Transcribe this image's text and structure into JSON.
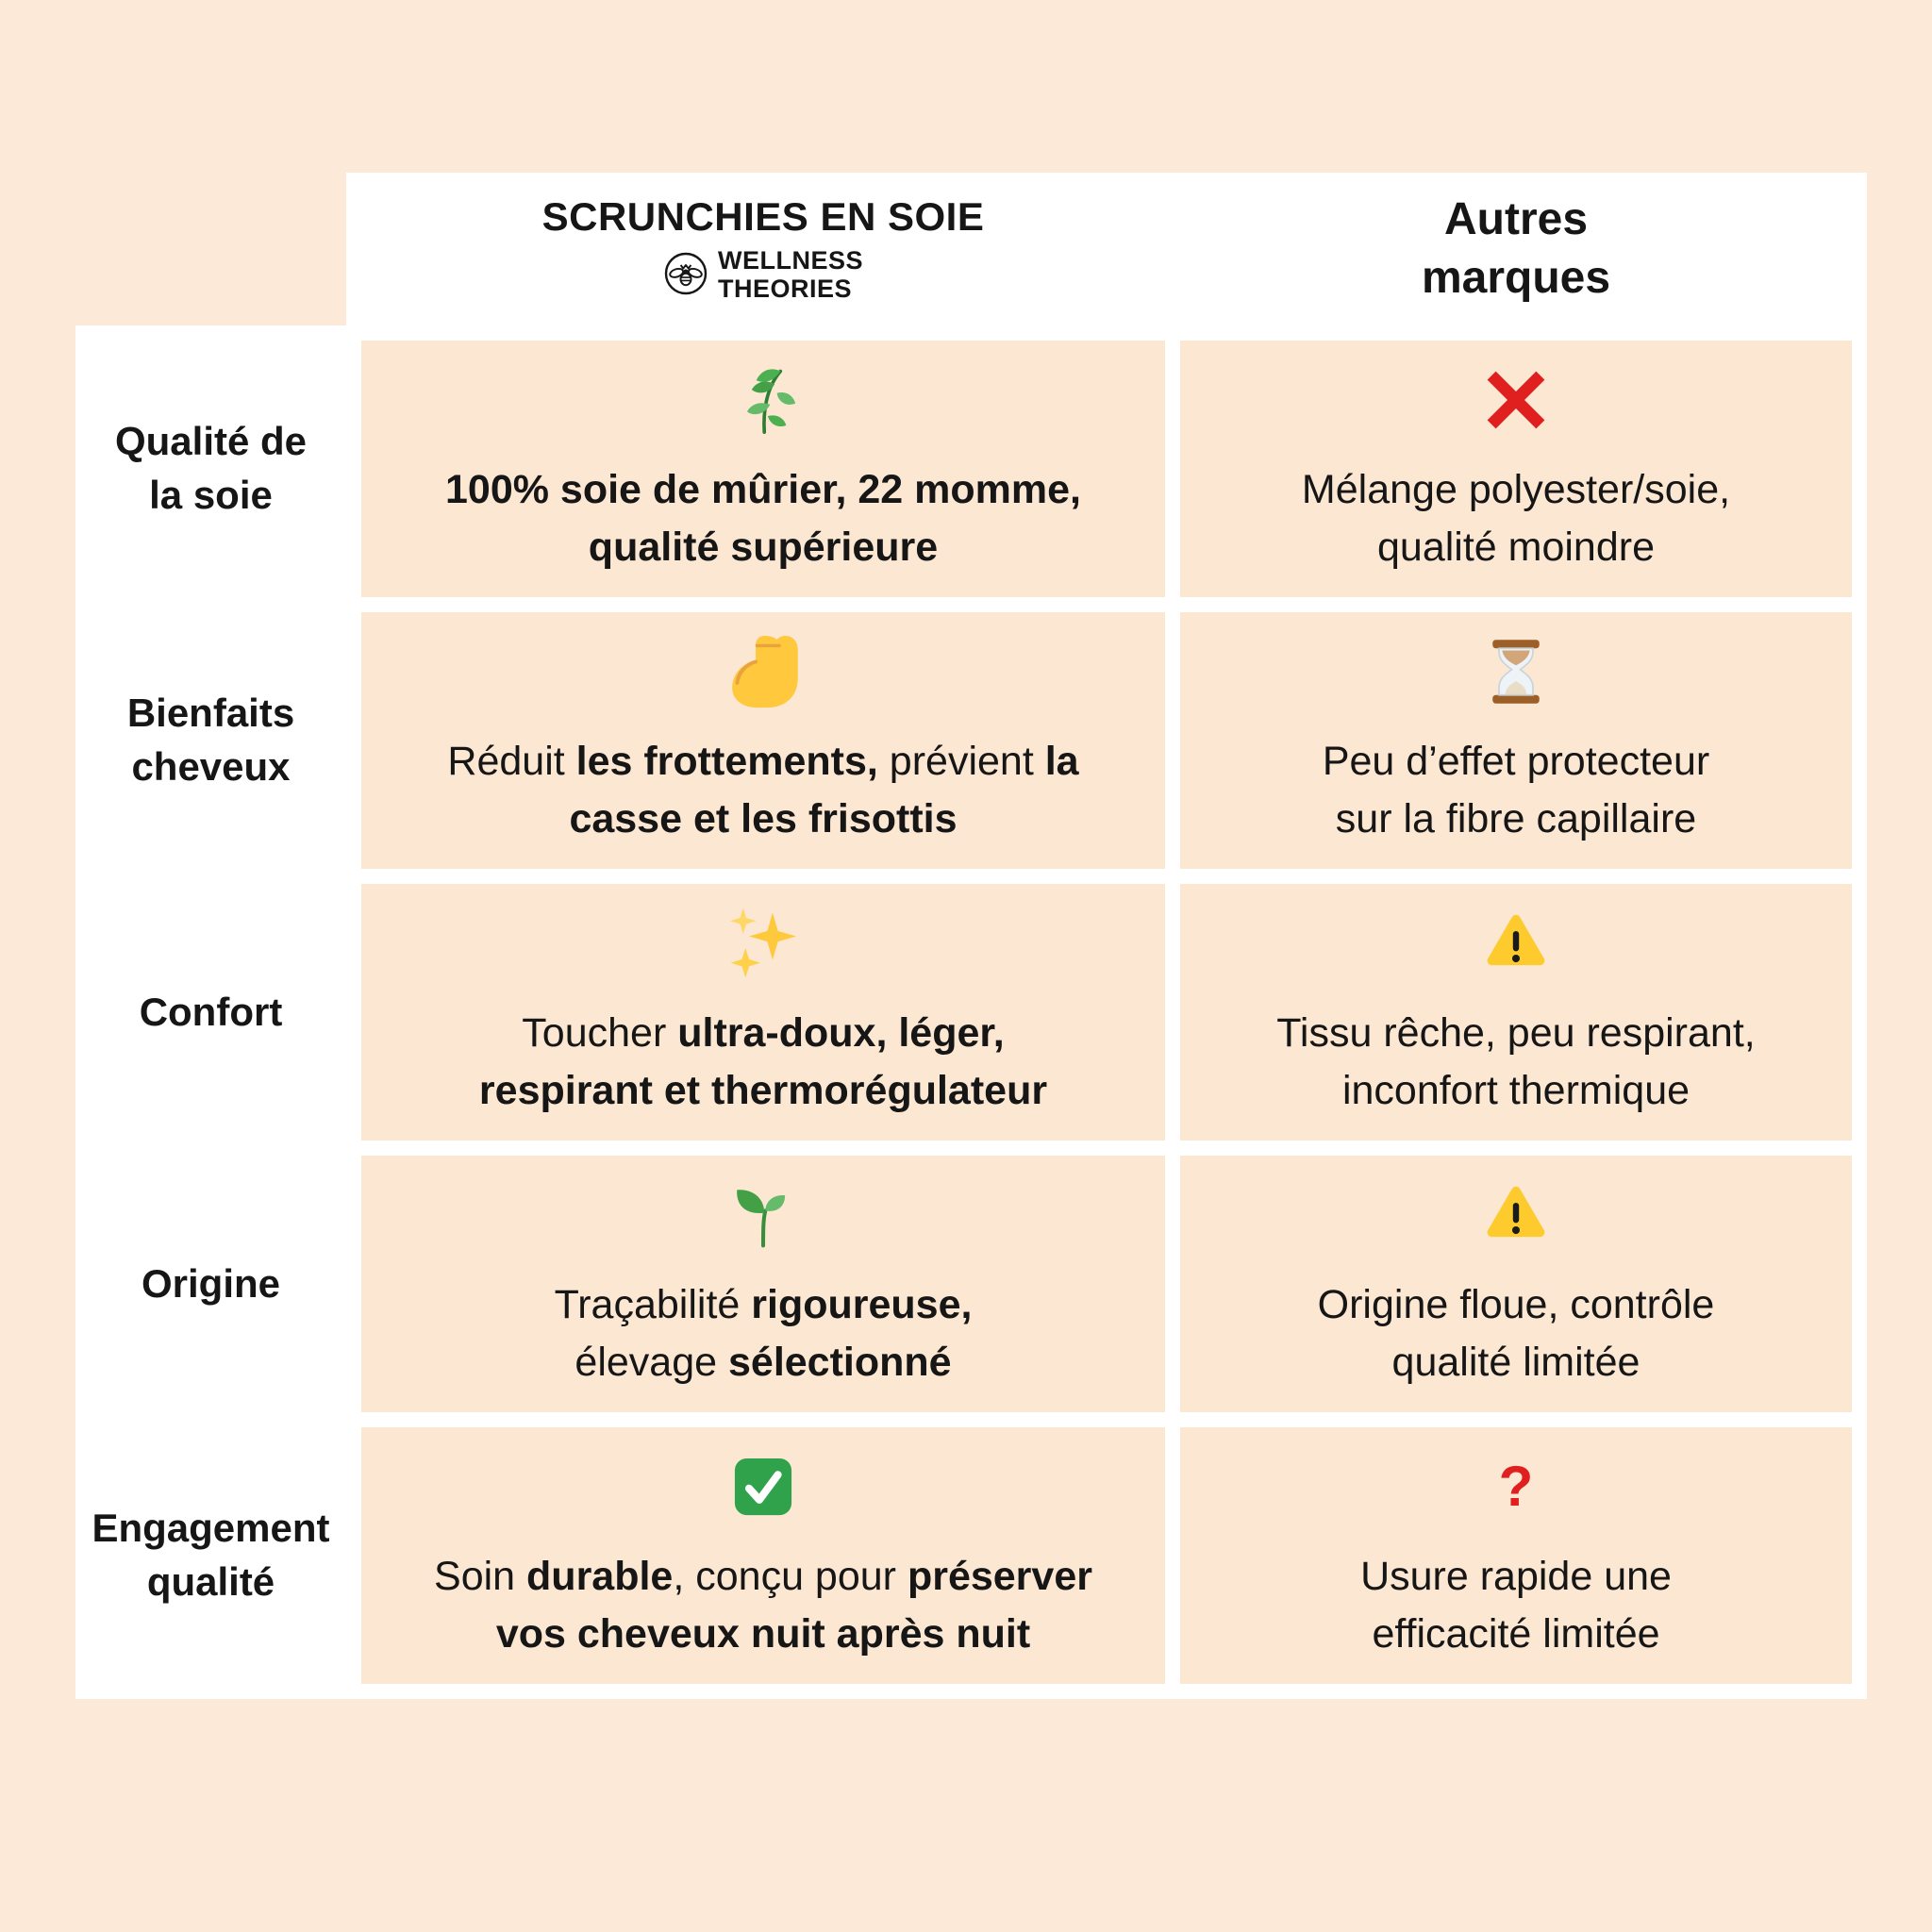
{
  "theme": {
    "background": "#FCE9D7",
    "cell_background": "#FBE7D2",
    "grid_white": "#FFFFFF",
    "text_black": "#161616",
    "alert_red": "#E0201F",
    "warning_yellow": "#FDCB2E",
    "success_green": "#31A24C",
    "leaf_green": "#43A047",
    "biceps_yellow": "#FFC83D"
  },
  "header": {
    "brand_column": {
      "title": "SCRUNCHIES EN SOIE",
      "logo_icon": "bee",
      "logo_lines": [
        "WELLNESS",
        "THEORIES"
      ]
    },
    "others_column": {
      "title_lines": [
        "Autres",
        "marques"
      ]
    }
  },
  "rows": [
    {
      "label": "Qualité de\nla soie",
      "brand": {
        "icon": "herb",
        "segments": [
          {
            "text": "100% soie de mûrier, 22 momme,\nqualité supérieure",
            "bold": true
          }
        ]
      },
      "others": {
        "icon": "cross",
        "segments": [
          {
            "text": "Mélange polyester/soie,\nqualité moindre",
            "bold": false
          }
        ]
      }
    },
    {
      "label": "Bienfaits\ncheveux",
      "brand": {
        "icon": "biceps",
        "segments": [
          {
            "text": "Réduit ",
            "bold": false
          },
          {
            "text": "les frottements,",
            "bold": true
          },
          {
            "text": " prévient ",
            "bold": false
          },
          {
            "text": "la\ncasse et les frisottis",
            "bold": true
          }
        ]
      },
      "others": {
        "icon": "hourglass",
        "segments": [
          {
            "text": "Peu d’effet protecteur\nsur la fibre capillaire",
            "bold": false
          }
        ]
      }
    },
    {
      "label": "Confort",
      "brand": {
        "icon": "sparkles",
        "segments": [
          {
            "text": "Toucher ",
            "bold": false
          },
          {
            "text": "ultra-doux, léger,\nrespirant et thermorégulateur",
            "bold": true
          }
        ]
      },
      "others": {
        "icon": "warning",
        "segments": [
          {
            "text": "Tissu rêche, peu respirant,\ninconfort thermique",
            "bold": false
          }
        ]
      }
    },
    {
      "label": "Origine",
      "brand": {
        "icon": "seedling",
        "segments": [
          {
            "text": "Traçabilité ",
            "bold": false
          },
          {
            "text": "rigoureuse,",
            "bold": true
          },
          {
            "text": "\nélevage ",
            "bold": false
          },
          {
            "text": "sélectionné",
            "bold": true
          }
        ]
      },
      "others": {
        "icon": "warning",
        "segments": [
          {
            "text": "Origine floue, contrôle\nqualité limitée",
            "bold": false
          }
        ]
      }
    },
    {
      "label": "Engagement\nqualité",
      "brand": {
        "icon": "check",
        "segments": [
          {
            "text": "Soin ",
            "bold": false
          },
          {
            "text": "durable",
            "bold": true
          },
          {
            "text": ", conçu pour ",
            "bold": false
          },
          {
            "text": "préserver\nvos cheveux nuit après nuit",
            "bold": true
          }
        ]
      },
      "others": {
        "icon": "question",
        "segments": [
          {
            "text": "Usure rapide une\nefficacité limitée",
            "bold": false
          }
        ]
      }
    }
  ]
}
